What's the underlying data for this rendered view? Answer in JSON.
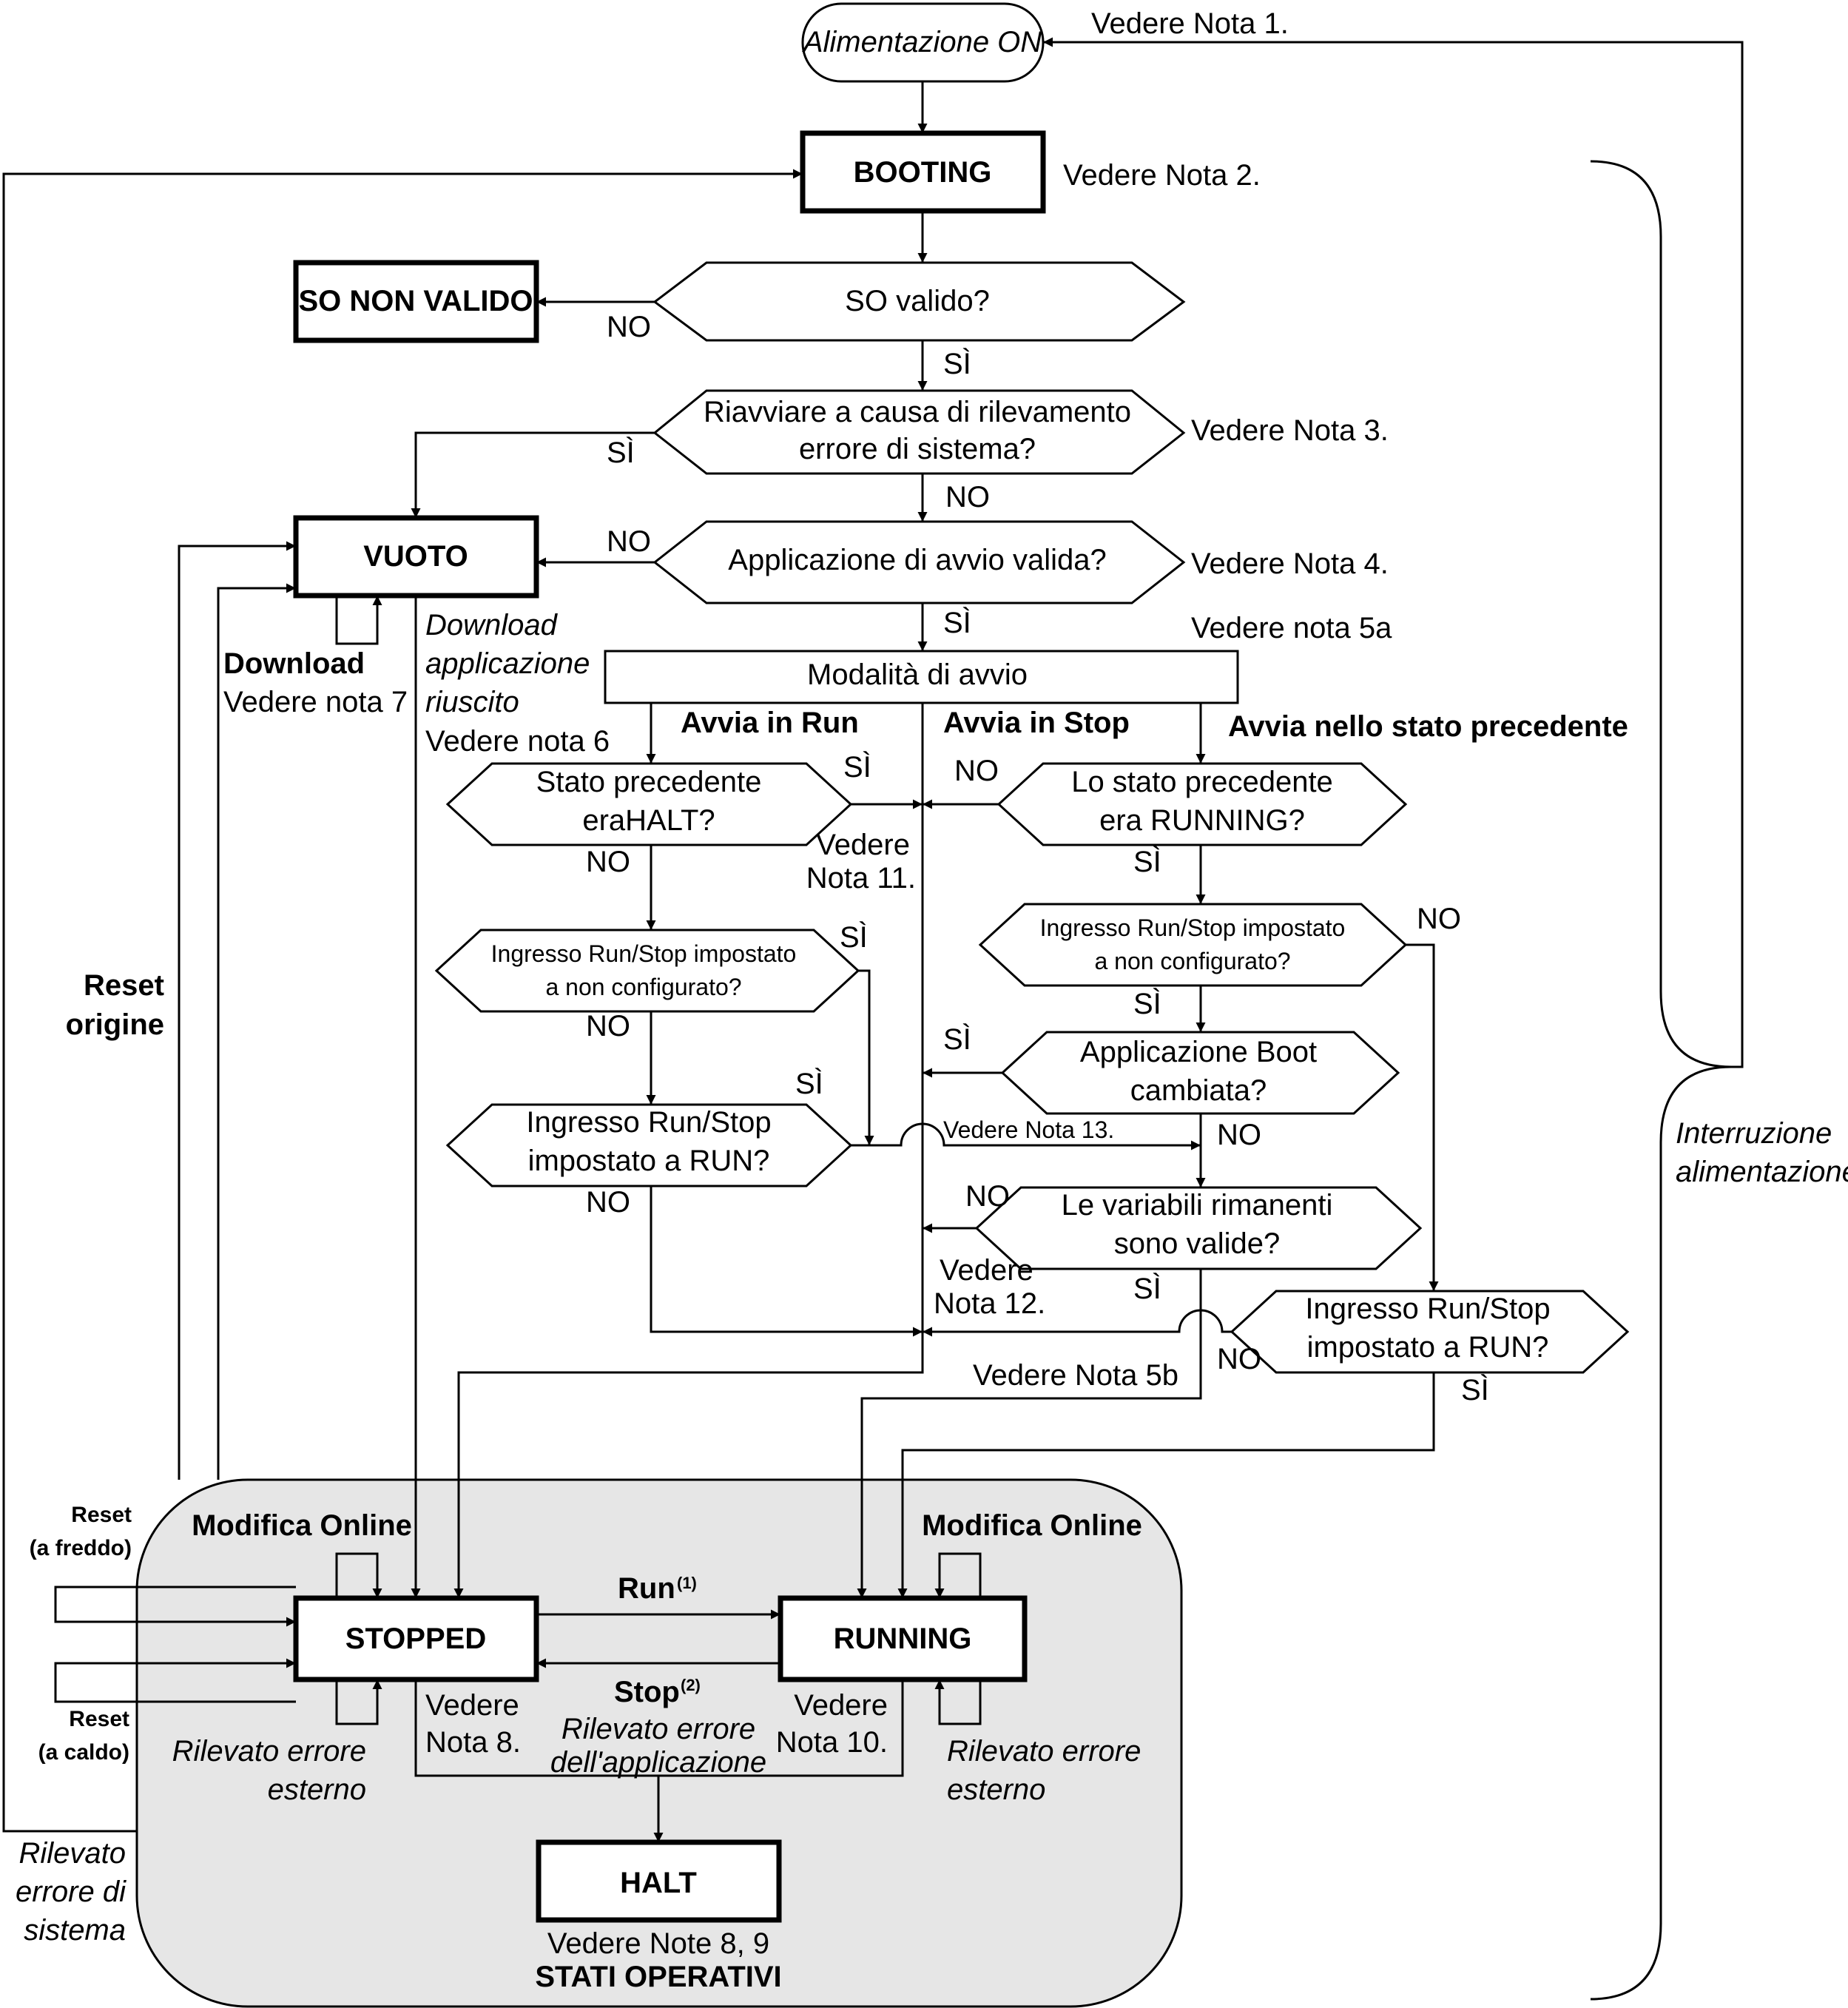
{
  "states": {
    "power_on": "Alimentazione ON",
    "booting": "BOOTING",
    "invalid_os": "SO NON VALIDO",
    "empty": "VUOTO",
    "stopped": "STOPPED",
    "running": "RUNNING",
    "halt": "HALT"
  },
  "decisions": {
    "os_valid": "SO valido?",
    "restart_line1": "Riavviare a causa di rilevamento",
    "restart_line2": "errore di sistema?",
    "boot_app_valid": "Applicazione di avvio valida?",
    "prev_halt_line1": "Stato precedente",
    "prev_halt_line2": "eraHALT?",
    "runstop_unconf_left_line1": "Ingresso Run/Stop impostato",
    "runstop_unconf_left_line2": "a non configurato?",
    "runstop_run_left_line1": "Ingresso Run/Stop",
    "runstop_run_left_line2": "impostato a RUN?",
    "prev_running_line1": "Lo stato precedente",
    "prev_running_line2": "era RUNNING?",
    "runstop_unconf_right_line1": "Ingresso Run/Stop impostato",
    "runstop_unconf_right_line2": "a non configurato?",
    "boot_changed_line1": "Applicazione Boot",
    "boot_changed_line2": "cambiata?",
    "remanent_line1": "Le variabili rimanenti",
    "remanent_line2": "sono valide?",
    "runstop_run_right_line1": "Ingresso Run/Stop",
    "runstop_run_right_line2": "impostato a RUN?"
  },
  "process": {
    "startup_mode": "Modalità di avvio"
  },
  "branches": {
    "start_run": "Avvia in Run",
    "start_stop": "Avvia in Stop",
    "start_previous": "Avvia nello stato precedente"
  },
  "answers": {
    "yes": "SÌ",
    "no": "NO"
  },
  "notes": {
    "n1": "Vedere Nota 1.",
    "n2": "Vedere Nota 2.",
    "n3": "Vedere Nota 3.",
    "n4": "Vedere Nota 4.",
    "n5a": "Vedere nota 5a",
    "n5b": "Vedere Nota 5b",
    "n6": "Vedere nota 6",
    "n7": "Vedere nota 7",
    "n11_line1": "Vedere",
    "n11_line2": "Nota 11.",
    "n12_line1": "Vedere",
    "n12_line2": "Nota 12.",
    "n13": "Vedere Nota 13.",
    "n8_line1": "Vedere",
    "n8_line2": "Nota 8.",
    "n10_line1": "Vedere",
    "n10_line2": "Nota 10.",
    "n89": "Vedere Note 8, 9"
  },
  "labels": {
    "download": "Download",
    "download_ok_line1": "Download",
    "download_ok_line2": "applicazione",
    "download_ok_line3": "riuscito",
    "reset_origin_line1": "Reset",
    "reset_origin_line2": "origine",
    "power_interrupt_line1": "Interruzione",
    "power_interrupt_line2": "alimentazione",
    "online_change": "Modifica Online",
    "run": "Run",
    "run_sup": "(1)",
    "stop": "Stop",
    "stop_sup": "(2)",
    "app_error_line1": "Rilevato errore",
    "app_error_line2": "dell'applicazione",
    "ext_error_line1": "Rilevato errore",
    "ext_error_line2": "esterno",
    "reset_cold_line1": "Reset",
    "reset_cold_line2": "(a freddo)",
    "reset_warm_line1": "Reset",
    "reset_warm_line2": "(a caldo)",
    "sys_error_line1": "Rilevato",
    "sys_error_line2": "errore di",
    "sys_error_line3": "sistema",
    "operating_states": "STATI OPERATIVI"
  },
  "colors": {
    "operating_area_fill": "#e6e6e6",
    "line": "#000000",
    "background": "#ffffff"
  }
}
